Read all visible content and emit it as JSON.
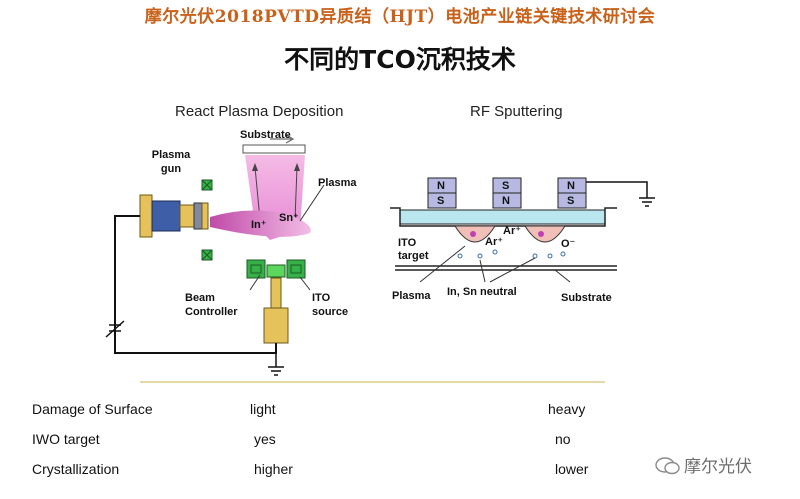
{
  "header": "摩尔光伏2018PVTD异质结（HJT）电池产业链关键技术研讨会",
  "title": "不同的TCO沉积技术",
  "left_diagram": {
    "heading": "React Plasma Deposition",
    "labels": {
      "substrate": "Substrate",
      "plasma_gun": "Plasma gun",
      "plasma": "Plasma",
      "in_ion": "In⁺",
      "sn_ion": "Sn⁺",
      "beam_controller": "Beam Controller",
      "ito_source": "ITO source"
    }
  },
  "right_diagram": {
    "heading": "RF Sputtering",
    "labels": {
      "ito_target": "ITO target",
      "ar_ion": "Ar⁺",
      "o_ion": "O⁻",
      "plasma": "Plasma",
      "neutral": "In, Sn neutral",
      "substrate": "Substrate",
      "n": "N",
      "s": "S"
    }
  },
  "comparison": [
    {
      "feature": "Damage of Surface",
      "rpd": "light",
      "rf": "heavy"
    },
    {
      "feature": "IWO target",
      "rpd": "yes",
      "rf": "no"
    },
    {
      "feature": "Crystallization",
      "rpd": "higher",
      "rf": "lower"
    }
  ],
  "watermark": "摩尔光伏",
  "colors": {
    "header": "#c8611a",
    "plasma": "#d86ac0",
    "magnet": "#b7b9e3",
    "gun": "#3f5ea8",
    "gold": "#e5c25a"
  }
}
